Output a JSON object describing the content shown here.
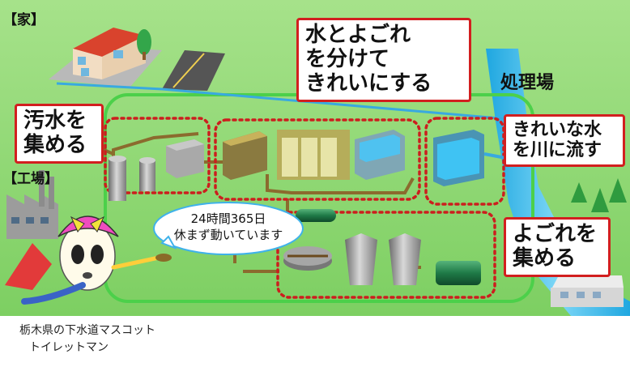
{
  "labels": {
    "house": "【家】",
    "factory": "【工場】",
    "plant": "処理場"
  },
  "callouts": {
    "collect_sewage": [
      "汚水を",
      "集める"
    ],
    "separate": [
      "水とよごれ",
      "を分けて",
      "きれいにする"
    ],
    "release_clean": [
      "きれいな水",
      "を川に流す"
    ],
    "collect_sludge": [
      "よごれを",
      "集める"
    ]
  },
  "speech": [
    "24時間365日",
    "休まず動いています"
  ],
  "caption": [
    "栃木県の下水道マスコット",
    "トイレットマン"
  ],
  "colors": {
    "grass": "#8fd873",
    "river": "#2fb9ea",
    "pipe": "#8b6b2e",
    "clean_pipe": "#39a9e0",
    "boundary": "#4cd04a",
    "dotted": "#cc1e1e",
    "callout_border": "#d21f1f"
  }
}
